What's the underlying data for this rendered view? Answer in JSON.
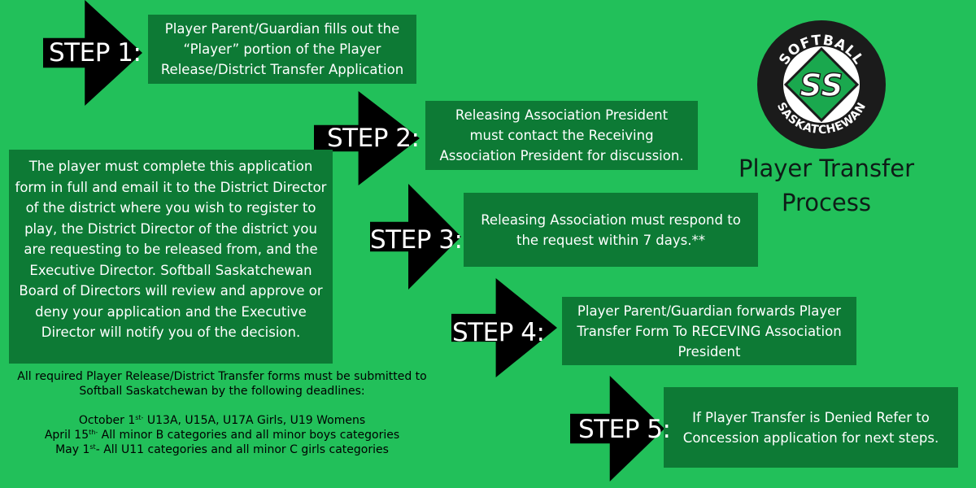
{
  "steps": [
    {
      "label": "STEP 1:",
      "text": "Player Parent/Guardian fills out the “Player” portion of the Player Release/District Transfer Application"
    },
    {
      "label": "STEP 2:",
      "text": "Releasing  Association President must contact the Receiving  Association President for discussion."
    },
    {
      "label": "STEP 3:",
      "text": "Releasing Association must respond to the request within 7 days.**"
    },
    {
      "label": "STEP 4:",
      "text": "Player  Parent/Guardian forwards Player Transfer Form To RECEVING  Association President"
    },
    {
      "label": "STEP 5:",
      "text": "If Player Transfer is Denied Refer to Concession application for next steps."
    }
  ],
  "instructions": "The player must complete this application form in full and email it to the District Director of the district where you wish to register to play, the District Director of the district you are requesting to be released from, and the Executive Director. Softball Saskatchewan Board of Directors will review and approve or deny your application and the Executive Director will notify you of the decision.",
  "deadlines": {
    "intro": "All required Player Release/District Transfer forms must be submitted to Softball Saskatchewan by the following deadlines:",
    "items": [
      {
        "date": "October 1",
        "suffix": "st-",
        "text": " U13A, U15A, U17A Girls, U19 Womens"
      },
      {
        "date": "April 15",
        "suffix": "th-",
        "text": " All minor B categories and all minor boys categories"
      },
      {
        "date": "May 1",
        "suffix": "st",
        "text": "- All U11 categories and all minor C girls categories"
      }
    ]
  },
  "logo": {
    "top_text": "SOFTBALL",
    "bottom_text": "SASKATCHEWAN",
    "monogram": "SS"
  },
  "title": {
    "line1": "Player Transfer",
    "line2": "Process"
  },
  "colors": {
    "background": "#22c05a",
    "box": "#0d7a35",
    "arrow": "#000000",
    "logo_green": "#1aa84e"
  }
}
